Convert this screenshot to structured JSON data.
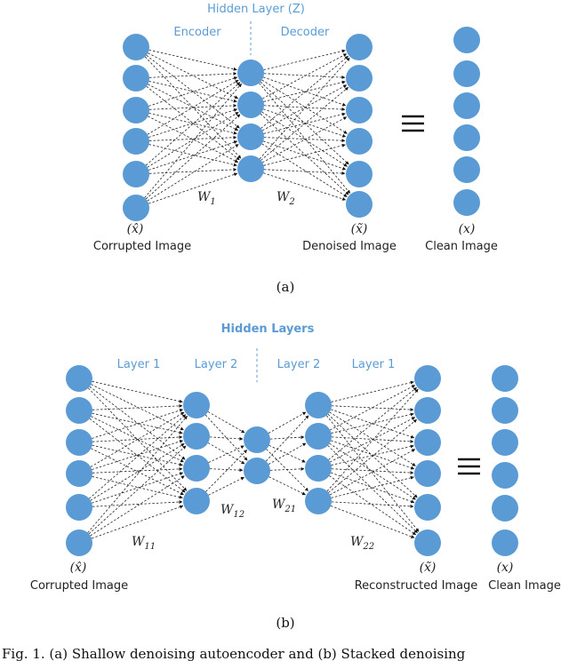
{
  "diagram_a": {
    "caption": "(a)",
    "hidden_title": "Hidden Layer (Z)",
    "encoder_label": "Encoder",
    "decoder_label": "Decoder",
    "w1": "W",
    "w1_sub": "1",
    "w2": "W",
    "w2_sub": "2",
    "corrupted_symbol": "(x̂)",
    "corrupted_label": "Corrupted Image",
    "denoised_symbol": "(x̃)",
    "denoised_label": "Denoised Image",
    "clean_symbol": "(x)",
    "clean_label": "Clean Image",
    "equiv": "≡"
  },
  "diagram_b": {
    "caption": "(b)",
    "hidden_title": "Hidden Layers",
    "layer1_left": "Layer 1",
    "layer2_left": "Layer 2",
    "layer2_right": "Layer 2",
    "layer1_right": "Layer 1",
    "w11": "W",
    "w11_sub": "11",
    "w12": "W",
    "w12_sub": "12",
    "w21": "W",
    "w21_sub": "21",
    "w22": "W",
    "w22_sub": "22",
    "corrupted_symbol": "(x̂)",
    "corrupted_label": "Corrupted Image",
    "reconstructed_symbol": "(x̃)",
    "reconstructed_label": "Reconstructed Image",
    "clean_symbol": "(x)",
    "clean_label": "Clean Image",
    "equiv": "≡"
  },
  "footer_text": "Fig. 1.   (a)  Shallow denoising autoencoder and (b) Stacked denoising",
  "colors": {
    "node": "#5b9bd5",
    "label": "#5b9bd5"
  }
}
